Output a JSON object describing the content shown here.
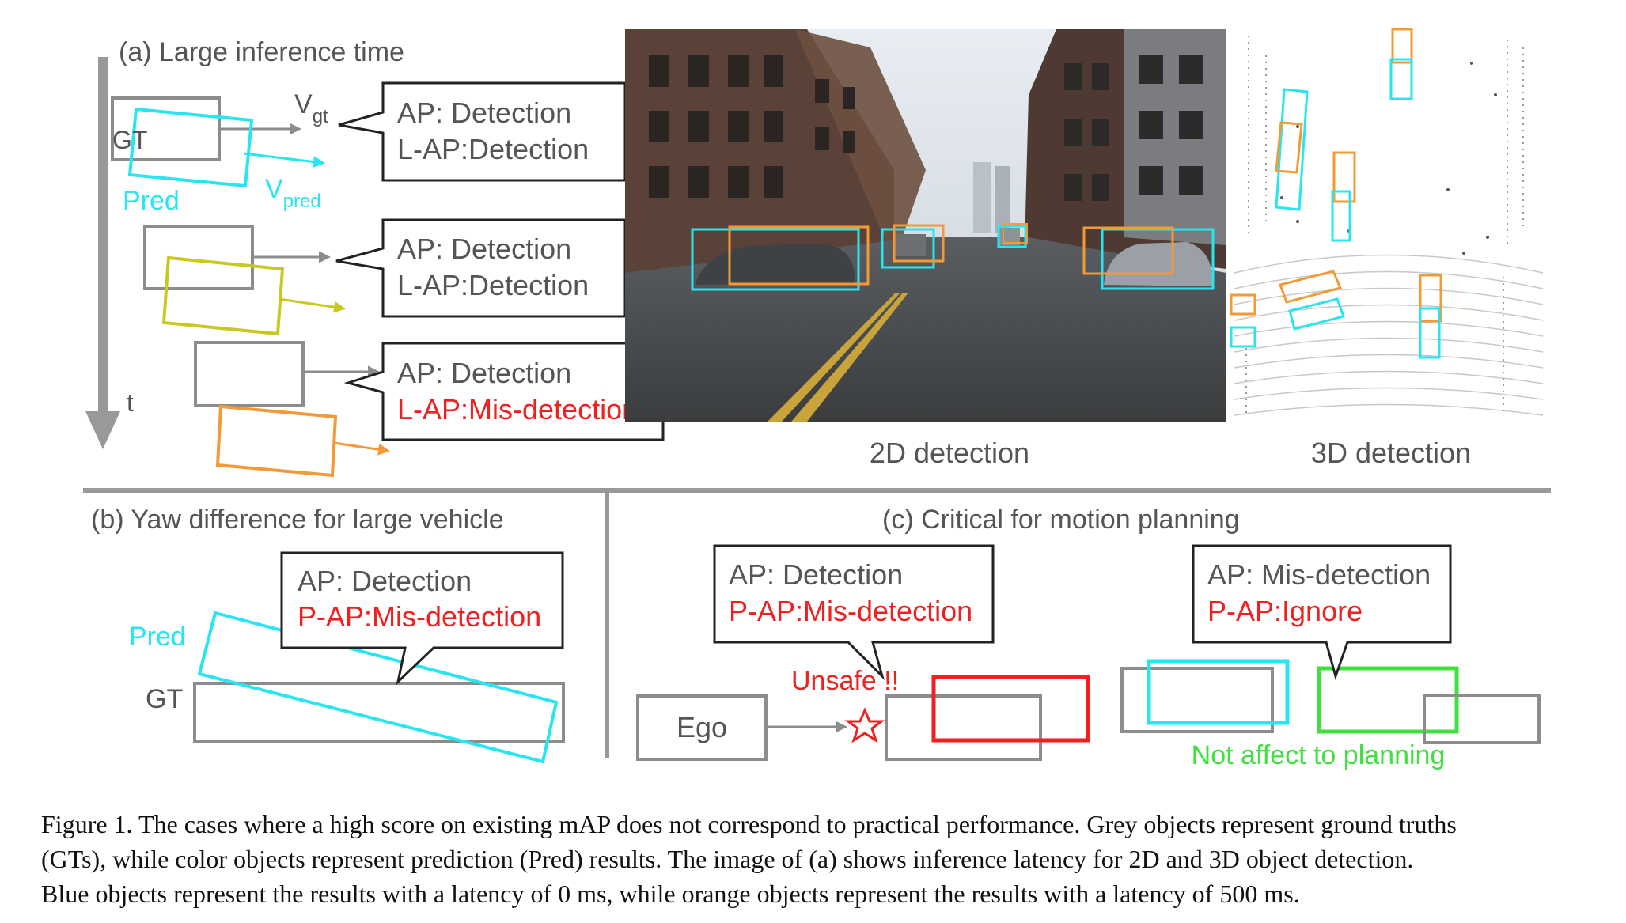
{
  "colors": {
    "grey": "#8c8c8c",
    "cyan": "#27e6f0",
    "orange": "#f39a38",
    "olive": "#c9c81e",
    "red": "#ee2020",
    "green": "#3fe03f",
    "text": "#555555"
  },
  "panel_a": {
    "title": "(a) Large inference time",
    "time_label": "t",
    "gt_label": "GT",
    "pred_label": "Pred",
    "v_gt": "V",
    "v_gt_sub": "gt",
    "v_pred": "V",
    "v_pred_sub": "pred",
    "boxes": [
      {
        "line1": "AP: Detection",
        "line2": "L-AP:Detection"
      },
      {
        "line1": "AP: Detection",
        "line2": "L-AP:Detection"
      },
      {
        "line1": "AP: Detection",
        "line2": "L-AP:Mis-detection"
      }
    ],
    "label_2d": "2D detection",
    "label_3d": "3D detection"
  },
  "panel_b": {
    "title": "(b) Yaw difference for large vehicle",
    "pred_label": "Pred",
    "gt_label": "GT",
    "line1": "AP: Detection",
    "line2": "P-AP:Mis-detection"
  },
  "panel_c": {
    "title": "(c) Critical for motion planning",
    "ego_label": "Ego",
    "unsafe_label": "Unsafe !!",
    "not_affect_label": "Not affect to planning",
    "left_box": {
      "line1": "AP: Detection",
      "line2": "P-AP:Mis-detection"
    },
    "right_box": {
      "line1": "AP: Mis-detection",
      "line2": "P-AP:Ignore"
    }
  },
  "caption": {
    "line1": "Figure 1. The cases where a high score on existing mAP does not correspond to practical performance. Grey objects represent ground truths",
    "line2": "(GTs), while color objects represent prediction (Pred) results. The image of (a) shows inference latency for 2D and 3D object detection.",
    "line3": "Blue objects represent the results with a latency of 0 ms, while orange objects represent the results with a latency of 500 ms."
  }
}
